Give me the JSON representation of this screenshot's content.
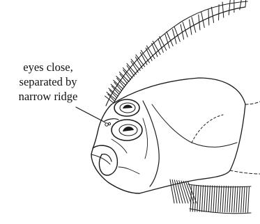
{
  "annotation": {
    "lines": [
      "eyes close,",
      "separated by",
      "narrow ridge"
    ]
  },
  "colors": {
    "ink": "#1a1a1a",
    "background": "#ffffff"
  }
}
